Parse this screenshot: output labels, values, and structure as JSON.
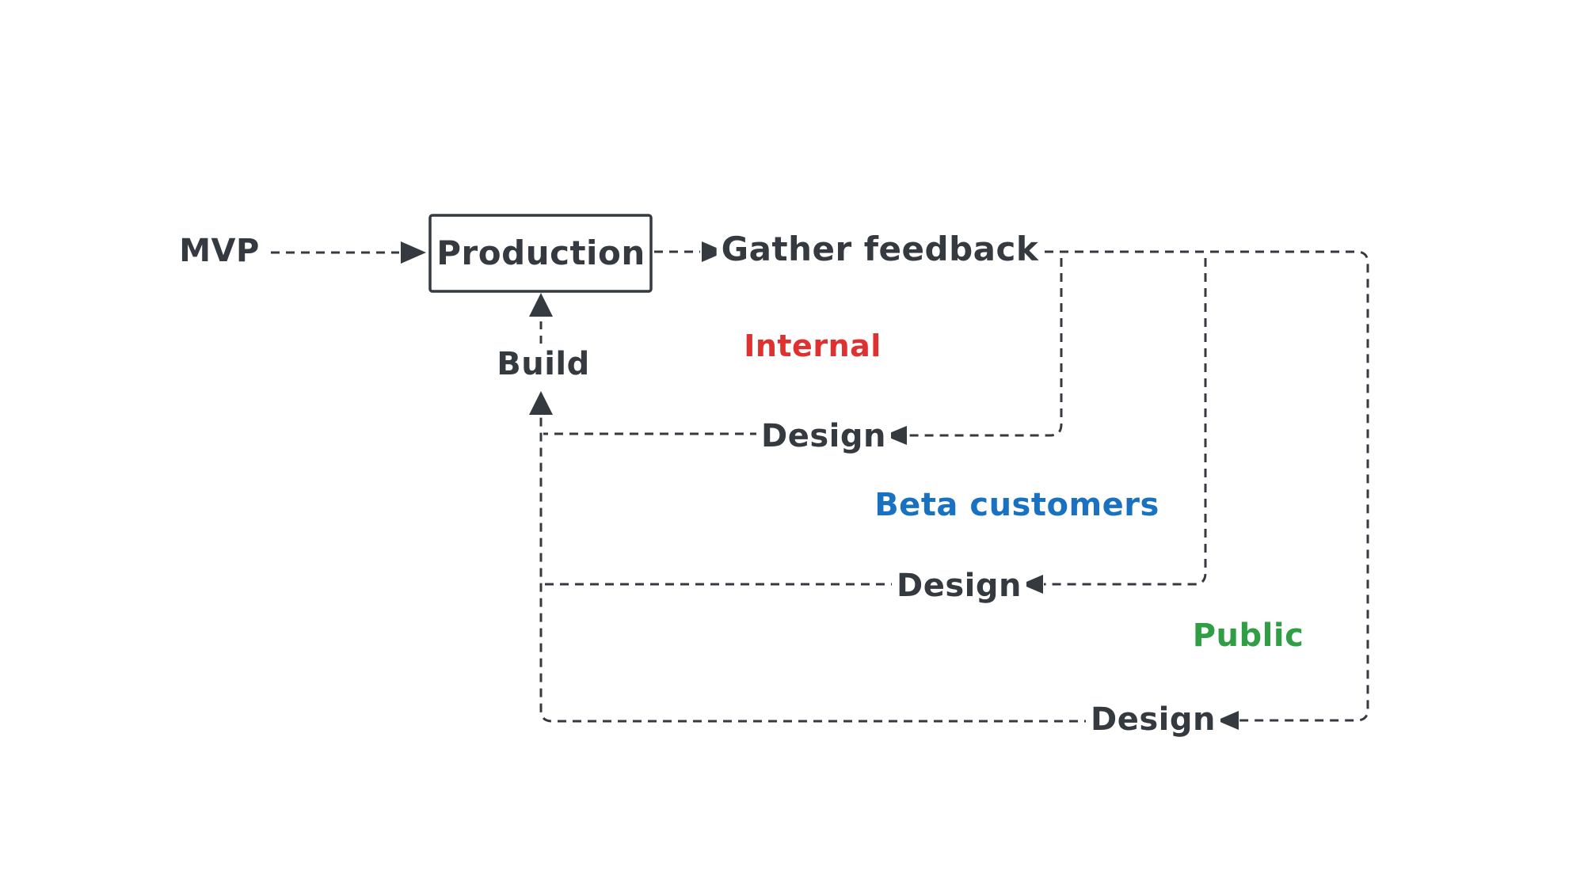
{
  "diagram": {
    "title_hint": "MVP build-measure-learn feedback loops",
    "nodes": {
      "mvp": "MVP",
      "production": "Production",
      "gather_feedback": "Gather feedback",
      "build": "Build",
      "design_internal": "Design",
      "design_beta": "Design",
      "design_public": "Design"
    },
    "loop_labels": {
      "internal": {
        "label": "Internal",
        "color": "#e03131"
      },
      "beta": {
        "label": "Beta customers",
        "color": "#1971c2"
      },
      "public": {
        "label": "Public",
        "color": "#2f9e44"
      }
    },
    "style": {
      "stroke_color": "#343a40",
      "background": "#ffffff",
      "line_style": "dashed"
    }
  }
}
